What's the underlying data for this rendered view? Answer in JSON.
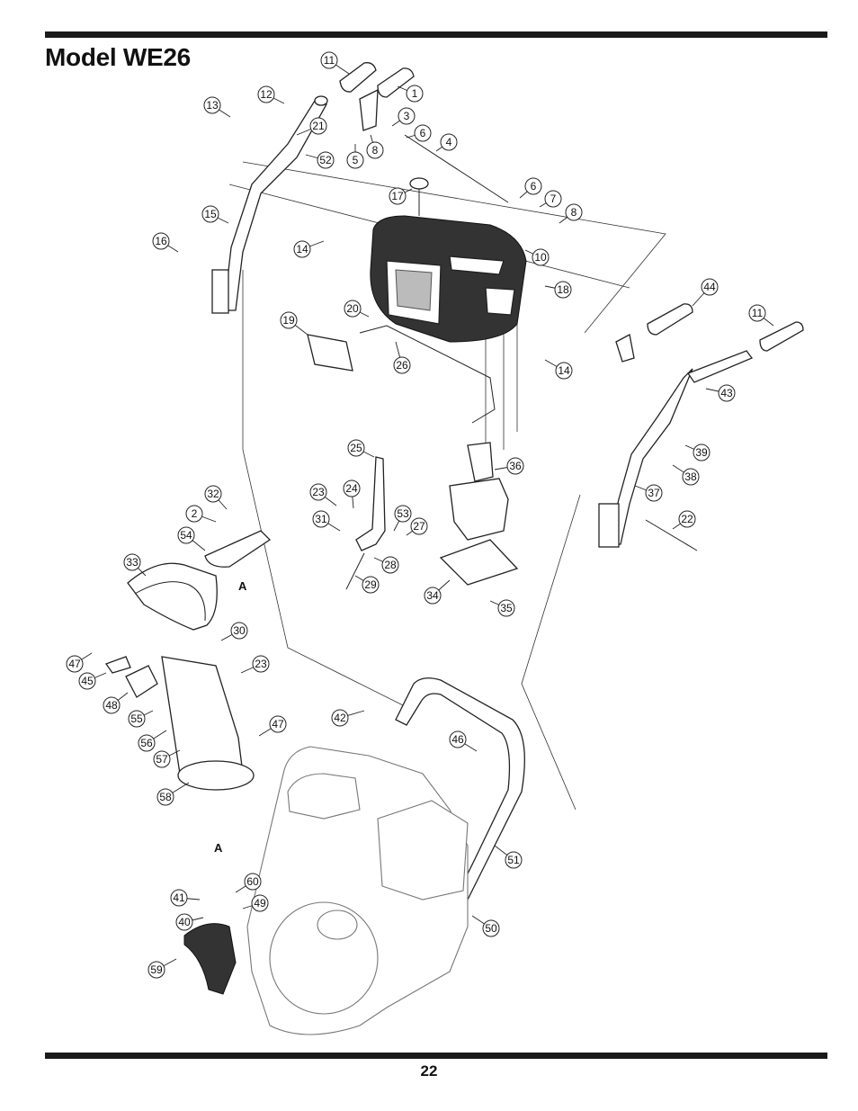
{
  "header": {
    "title": "Model WE26"
  },
  "footer": {
    "page_number": "22"
  },
  "diagram": {
    "reference_letters": [
      "A",
      "A"
    ],
    "callouts": [
      "11",
      "1",
      "12",
      "13",
      "21",
      "3",
      "6",
      "4",
      "52",
      "5",
      "8",
      "17",
      "15",
      "6",
      "7",
      "8",
      "16",
      "14",
      "10",
      "18",
      "20",
      "19",
      "26",
      "14",
      "44",
      "11",
      "43",
      "39",
      "38",
      "37",
      "25",
      "36",
      "23",
      "24",
      "31",
      "53",
      "27",
      "32",
      "2",
      "54",
      "28",
      "29",
      "22",
      "34",
      "35",
      "33",
      "30",
      "47",
      "23",
      "45",
      "48",
      "55",
      "42",
      "56",
      "47",
      "46",
      "57",
      "58",
      "51",
      "60",
      "41",
      "49",
      "40",
      "50",
      "59"
    ]
  }
}
